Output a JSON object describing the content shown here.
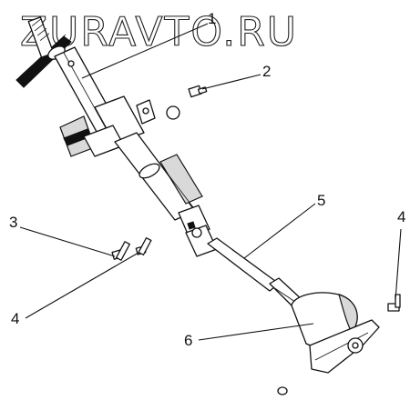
{
  "watermark": "ZURAVTO.RU",
  "callouts": {
    "c1": "1",
    "c2": "2",
    "c3": "3",
    "c4a": "4",
    "c4b": "4",
    "c5": "5",
    "c6": "6"
  }
}
